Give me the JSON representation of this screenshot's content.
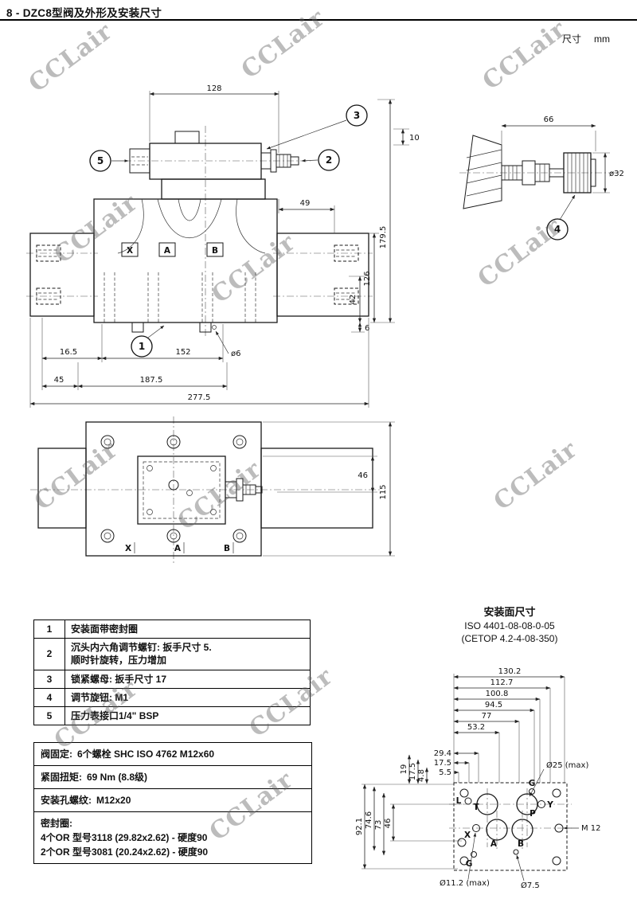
{
  "page": {
    "title": "8 - DZC8型阀及外形及安装尺寸",
    "units_label": "尺寸",
    "units_value": "mm"
  },
  "watermark": "CCLair",
  "front_view": {
    "callout_1": "1",
    "callout_2": "2",
    "callout_3": "3",
    "callout_5": "5",
    "ports": [
      "X",
      "A",
      "B"
    ],
    "dims": {
      "w128": "128",
      "h10": "10",
      "w49": "49",
      "h179_5": "179.5",
      "h126": "126",
      "h42": "42",
      "h6": "6",
      "w16_5": "16.5",
      "w152": "152",
      "dia6": "ø6",
      "w45": "45",
      "w187_5": "187.5",
      "w277_5": "277.5"
    }
  },
  "knob_view": {
    "callout_4": "4",
    "dims": {
      "w66": "66",
      "dia32": "ø32"
    }
  },
  "top_view": {
    "ports": [
      "X",
      "A",
      "B"
    ],
    "dims": {
      "h46": "46",
      "h115": "115"
    }
  },
  "legend": {
    "rows": [
      {
        "num": "1",
        "line1": "安装面带密封圈"
      },
      {
        "num": "2",
        "line1": "沉头内六角调节螺钉: 扳手尺寸 5.",
        "line2": "顺时针旋转，压力增加"
      },
      {
        "num": "3",
        "line1": "锁紧螺母: 扳手尺寸 17"
      },
      {
        "num": "4",
        "line1": "调节旋钮: M1"
      },
      {
        "num": "5",
        "line1": "压力表接口1/4\" BSP"
      }
    ]
  },
  "notes": {
    "fixing_label": "阀固定:",
    "fixing_value": "6个螺栓 SHC ISO 4762 M12x60",
    "torque_label": "紧固扭矩:",
    "torque_value": "69 Nm (8.8级)",
    "thread_label": "安装孔螺纹:",
    "thread_value": "M12x20",
    "seal_label": "密封圈:",
    "seal_line1": "4个OR 型号3118 (29.82x2.62) - 硬度90",
    "seal_line2": "2个OR 型号3081 (20.24x2.62) - 硬度90"
  },
  "mounting": {
    "title": "安装面尺寸",
    "iso": "ISO 4401-08-08-0-05",
    "cetop": "(CETOP 4.2-4-08-350)",
    "dims_top": [
      "130.2",
      "112.7",
      "100.8",
      "94.5",
      "77",
      "53.2"
    ],
    "dims_left_stack": [
      "29.4",
      "17.5",
      "5.5"
    ],
    "dims_left_rotated": [
      "19",
      "17.5",
      "4.8"
    ],
    "dims_side": [
      "92.1",
      "74.6",
      "73",
      "46"
    ],
    "labels": {
      "dia25": "Ø25 (max)",
      "m12": "M 12",
      "dia11": "Ø11.2 (max)",
      "dia7_5": "Ø7.5"
    },
    "ports": {
      "L": "L",
      "T": "T",
      "P": "P",
      "Y": "Y",
      "G_top": "G",
      "A": "A",
      "B": "B",
      "X": "X",
      "G_bottom": "G"
    }
  }
}
